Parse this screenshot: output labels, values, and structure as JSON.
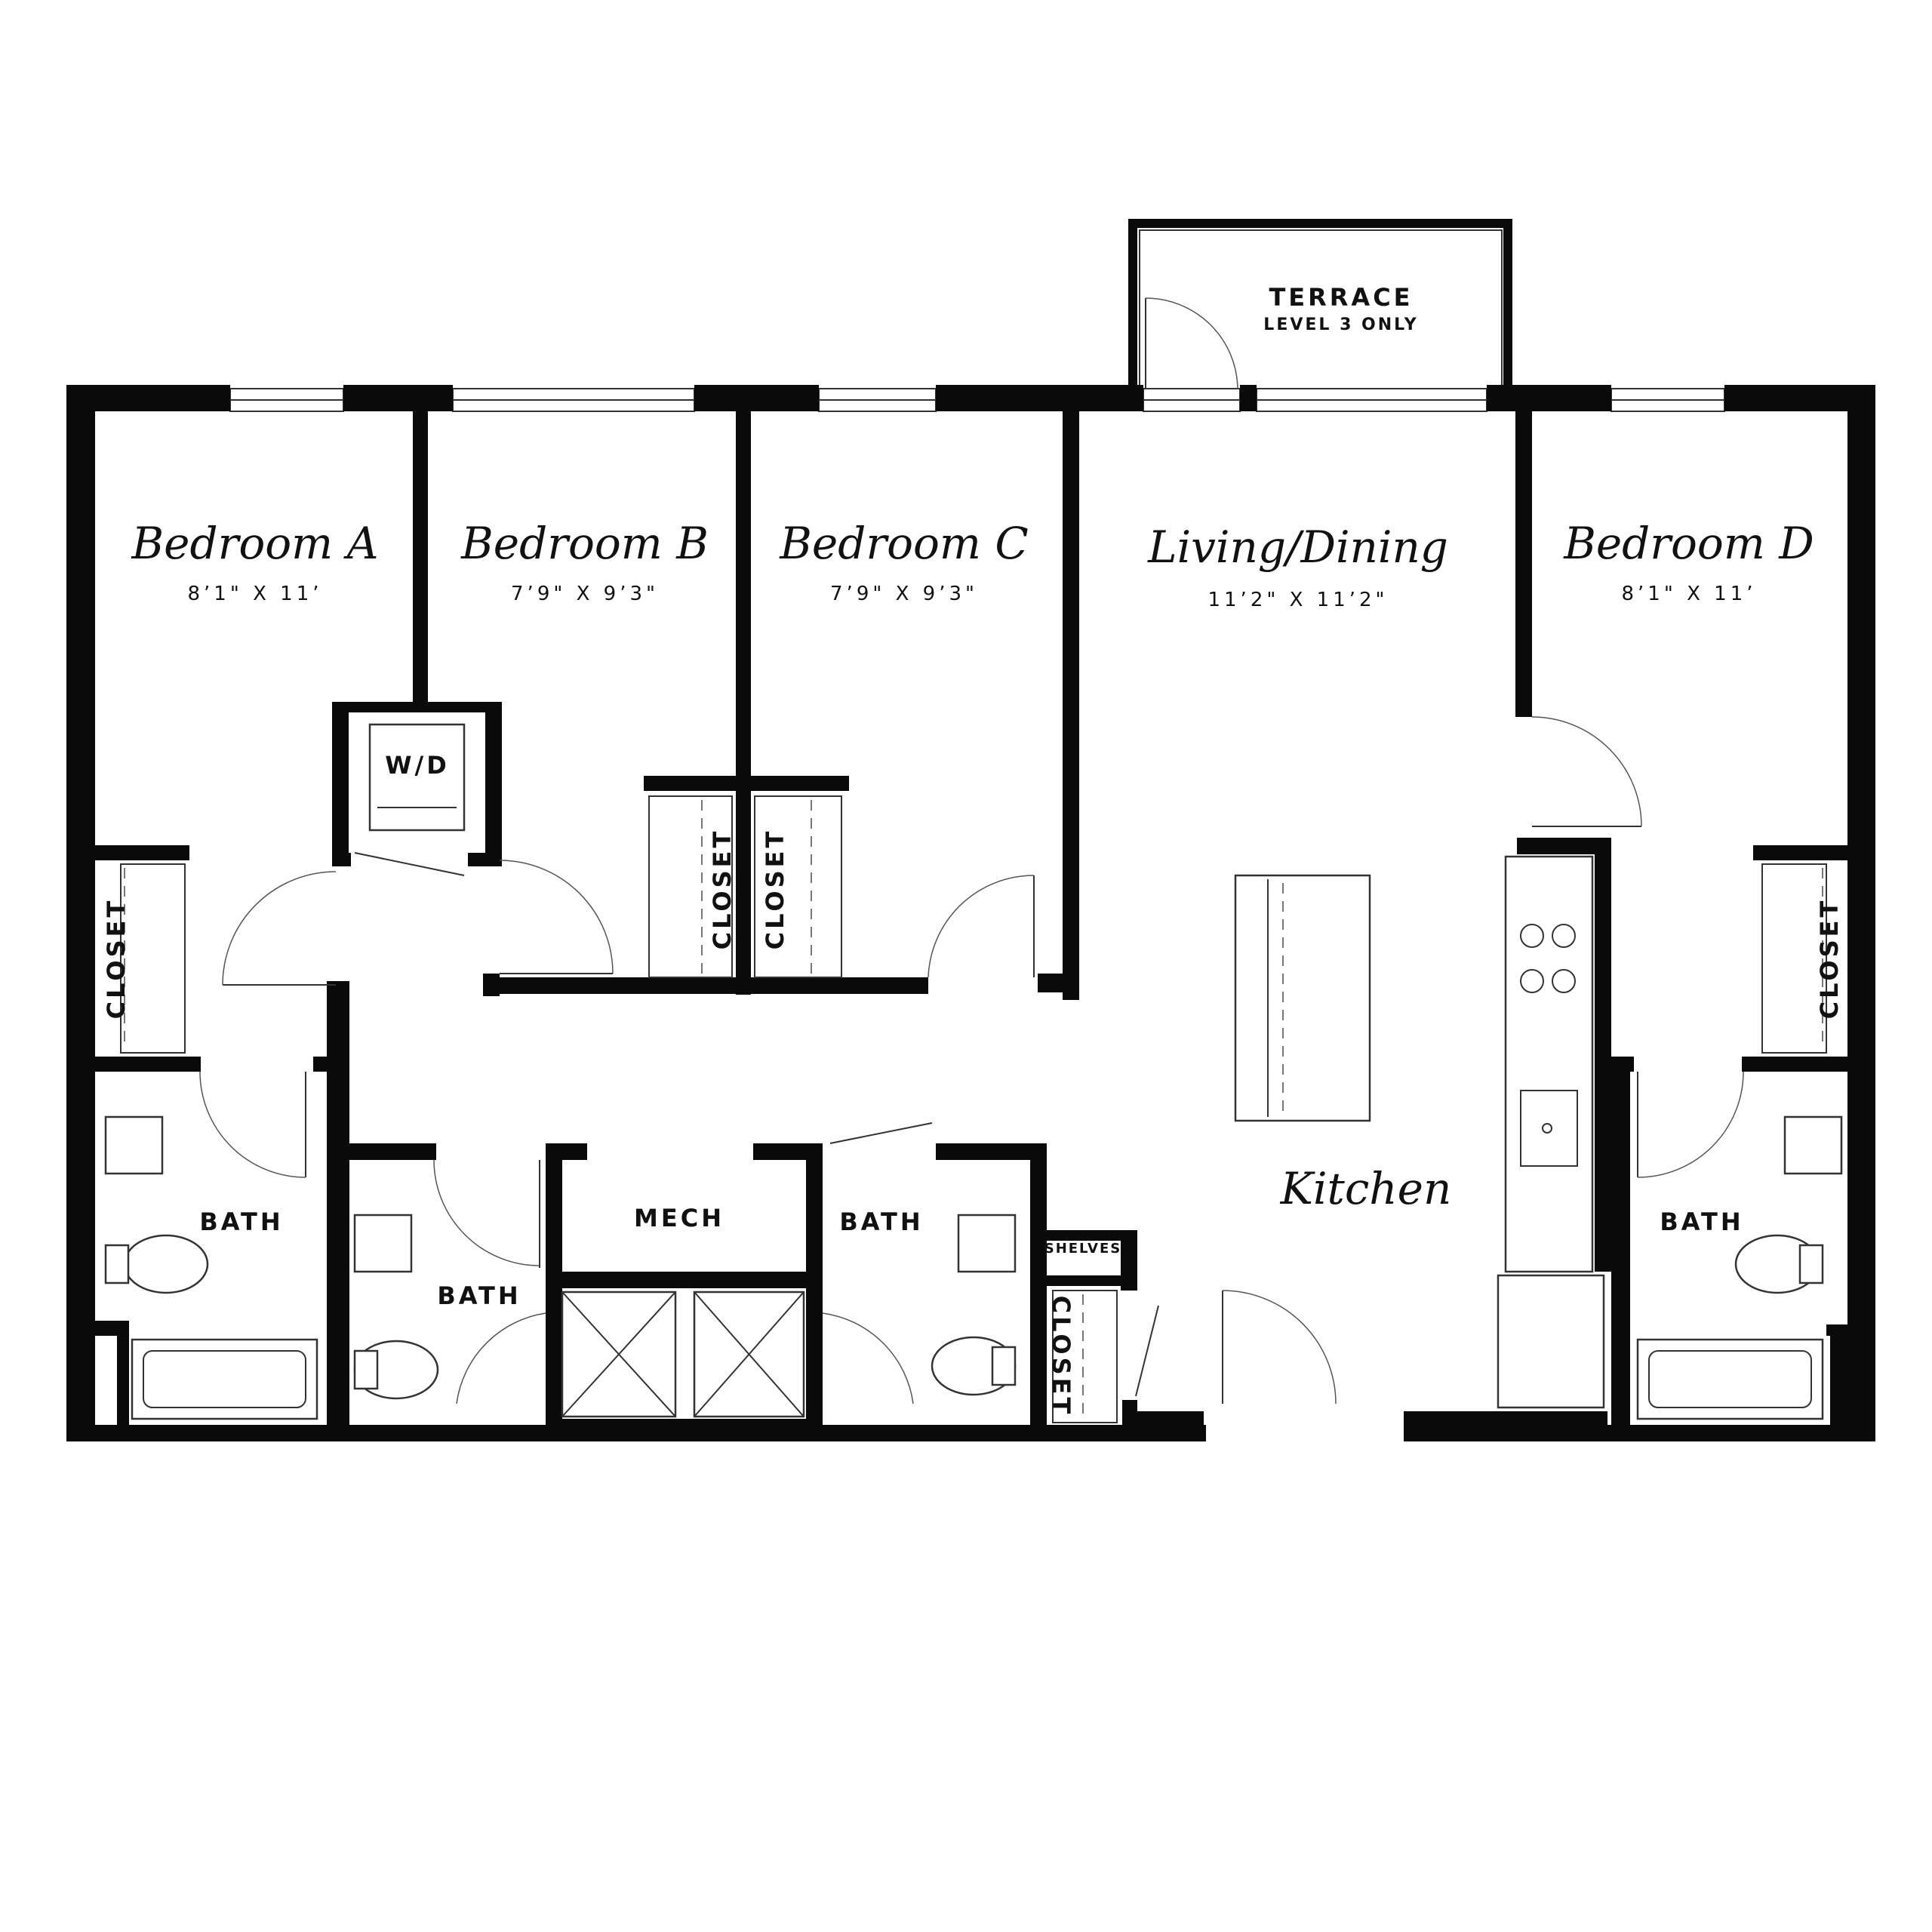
{
  "rooms": {
    "bedroom_a": {
      "name": "Bedroom A",
      "dims": "8’1\" X 11’"
    },
    "bedroom_b": {
      "name": "Bedroom B",
      "dims": "7’9\" X 9’3\""
    },
    "bedroom_c": {
      "name": "Bedroom C",
      "dims": "7’9\" X 9’3\""
    },
    "living": {
      "name": "Living/Dining",
      "dims": "11’2\" X 11’2\""
    },
    "bedroom_d": {
      "name": "Bedroom D",
      "dims": "8’1\" X 11’"
    },
    "kitchen": {
      "name": "Kitchen"
    }
  },
  "terrace": {
    "title": "TERRACE",
    "note": "LEVEL 3 ONLY"
  },
  "labels": {
    "wd": "W/D",
    "closet": "CLOSET",
    "bath": "BATH",
    "mech": "MECH",
    "shelves": "SHELVES"
  }
}
